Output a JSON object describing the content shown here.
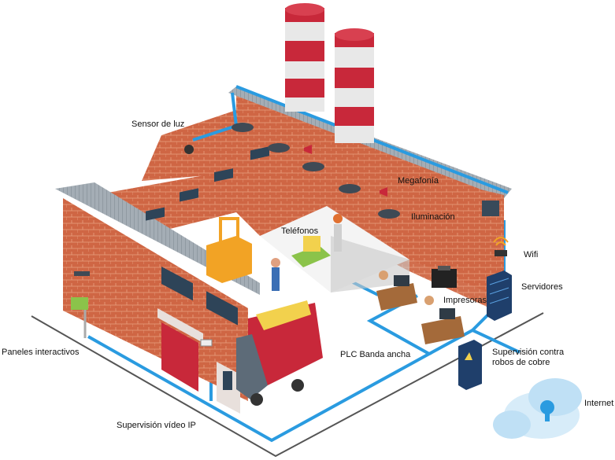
{
  "labels": {
    "sensor_luz": "Sensor de luz",
    "megafonia": "Megafonía",
    "iluminacion": "Iluminación",
    "telefonos": "Teléfonos",
    "wifi": "Wifi",
    "servidores": "Servidores",
    "impresoras": "Impresoras",
    "paneles": "Paneles interactivos",
    "plc": "PLC Banda ancha",
    "supervision_cobre": "Supervisión contra robos de cobre",
    "internet": "Internet",
    "video_ip": "Supervisión vídeo IP"
  },
  "colors": {
    "brick": "#c8593a",
    "brick_light": "#d9744f",
    "roof": "#9aa3ab",
    "network_line": "#2a9be0",
    "chimney_red": "#c8283a",
    "ground_line": "#555555"
  }
}
